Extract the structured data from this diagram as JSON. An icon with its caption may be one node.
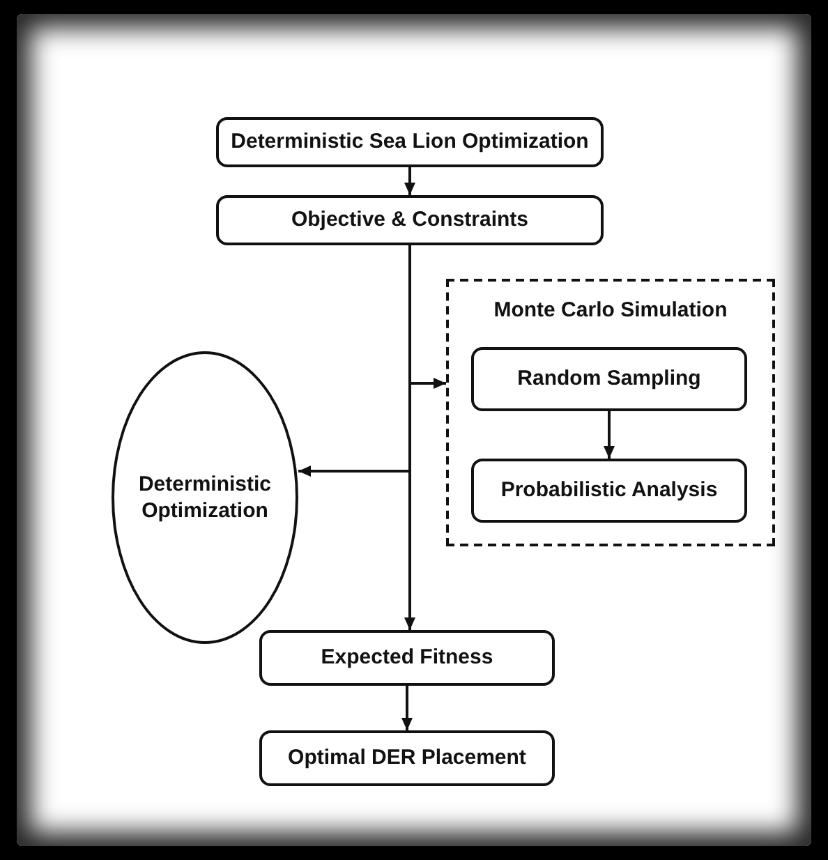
{
  "diagram": {
    "nodes": [
      {
        "text": [
          "Deterministic Sea Lion Optimization"
        ]
      },
      {
        "text": [
          "Objective & Constraints"
        ]
      },
      {
        "text": [
          "Monte Carlo Simulation"
        ]
      },
      {
        "text": [
          "Random Sampling"
        ],
        "in": 2
      },
      {
        "text": [
          "Probabilistic Analysis"
        ],
        "in": 2
      },
      {
        "text": [
          "Deterministic Optimization"
        ]
      },
      {
        "text": [
          "Expected Fitness"
        ]
      },
      {
        "text": [
          "Optimal DER Placement"
        ]
      }
    ],
    "edges": [
      {
        "from": 0,
        "to": 1,
        "arrow": "to"
      },
      {
        "from": 1,
        "to": 2,
        "arrow": "to"
      },
      {
        "from": 1,
        "to": 5,
        "arrow": "to"
      },
      {
        "from": 3,
        "to": 4,
        "arrow": "to"
      },
      {
        "from": 1,
        "to": 6,
        "arrow": "to"
      },
      {
        "from": 6,
        "to": 7,
        "arrow": "to"
      }
    ]
  }
}
